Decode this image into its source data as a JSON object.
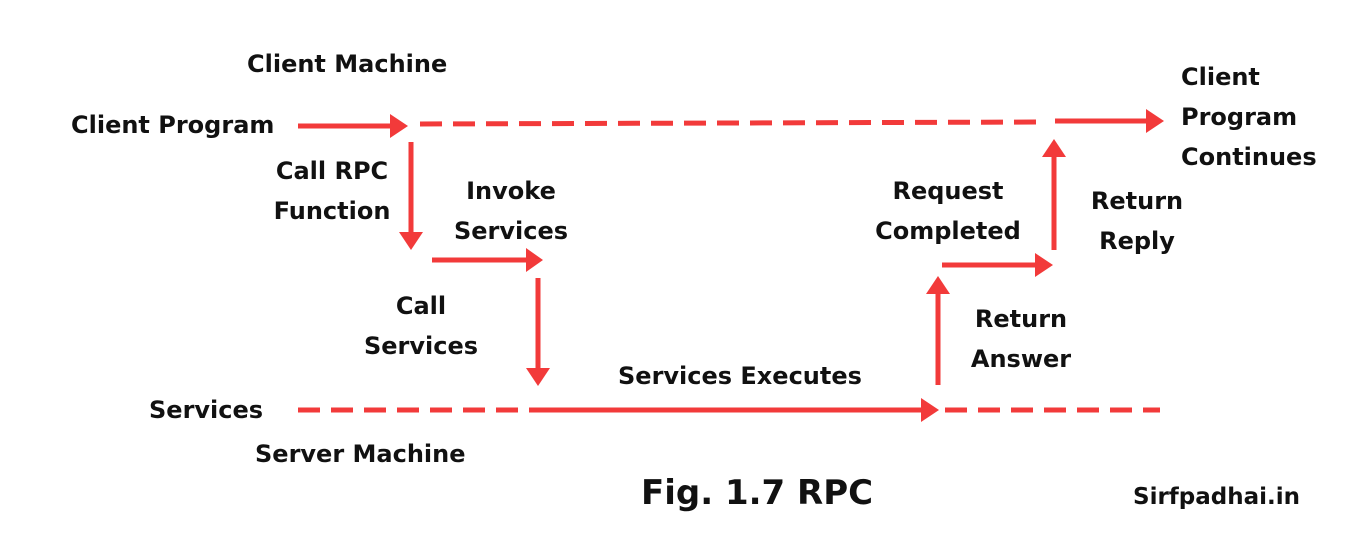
{
  "colors": {
    "arrow": "#f23a3a",
    "text": "#111111",
    "background": "#ffffff"
  },
  "labels": {
    "client_machine": "Client Machine",
    "client_program": "Client Program",
    "call_rpc_line1": "Call RPC",
    "call_rpc_line2": "Function",
    "invoke_line1": "Invoke",
    "invoke_line2": "Services",
    "call_services_line1": "Call",
    "call_services_line2": "Services",
    "services_executes": "Services Executes",
    "services": "Services",
    "server_machine": "Server Machine",
    "request_line1": "Request",
    "request_line2": "Completed",
    "return_answer_line1": "Return",
    "return_answer_line2": "Answer",
    "return_reply_line1": "Return",
    "return_reply_line2": "Reply",
    "continues_line1": "Client",
    "continues_line2": "Program",
    "continues_line3": "Continues"
  },
  "caption": "Fig. 1.7 RPC",
  "credit": "Sirfpadhai.in"
}
